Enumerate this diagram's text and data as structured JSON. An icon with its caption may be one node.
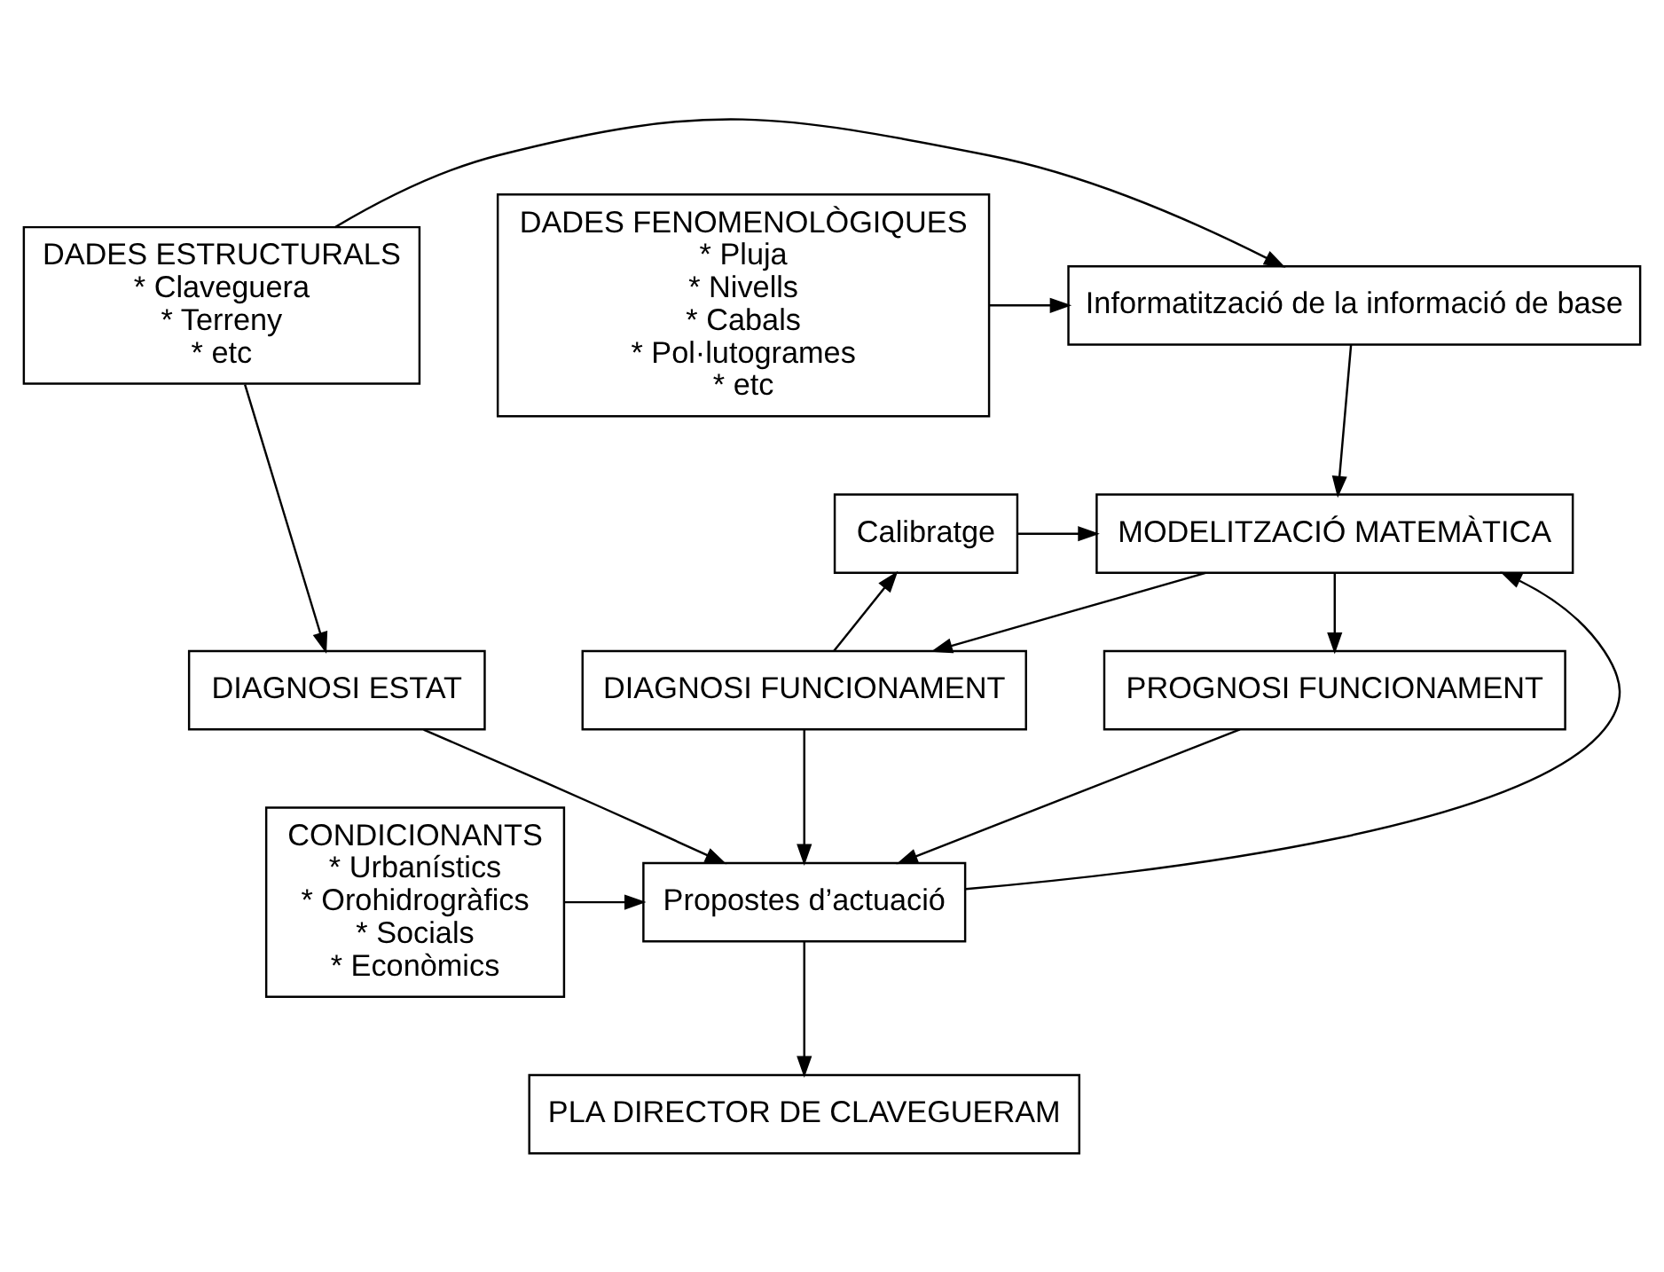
{
  "diagram": {
    "nodes": [
      {
        "text": [
          "DADES ESTRUCTURALS",
          "* Claveguera",
          "* Terreny",
          "* etc"
        ]
      },
      {
        "text": [
          "Informatització de la informació de base"
        ]
      },
      {
        "text": [
          "DADES FENOMENOLÒGIQUES",
          "* Pluja",
          "* Nivells",
          "* Cabals",
          "* Pol·lutogrames",
          "* etc"
        ]
      },
      {
        "text": [
          "MODELITZACIÓ MATEMÀTICA"
        ]
      },
      {
        "text": [
          "Calibratge"
        ]
      },
      {
        "text": [
          "DIAGNOSI ESTAT"
        ]
      },
      {
        "text": [
          "DIAGNOSI FUNCIONAMENT"
        ]
      },
      {
        "text": [
          "PROGNOSI FUNCIONAMENT"
        ]
      },
      {
        "text": [
          "Propostes d’actuació"
        ]
      },
      {
        "text": [
          "CONDICIONANTS",
          "* Urbanístics",
          "* Orohidrogràfics",
          "* Socials",
          "* Econòmics"
        ]
      },
      {
        "text": [
          "PLA DIRECTOR DE CLAVEGUERAM"
        ]
      }
    ],
    "edges": [
      {
        "from": 0,
        "to": 1,
        "arrow": "to"
      },
      {
        "from": 2,
        "to": 1,
        "arrow": "to"
      },
      {
        "from": 1,
        "to": 3,
        "arrow": "to"
      },
      {
        "from": 4,
        "to": 3,
        "arrow": "to"
      },
      {
        "from": 0,
        "to": 5,
        "arrow": "to"
      },
      {
        "from": 3,
        "to": 6,
        "arrow": "to"
      },
      {
        "from": 3,
        "to": 7,
        "arrow": "to"
      },
      {
        "from": 6,
        "to": 4,
        "arrow": "to"
      },
      {
        "from": 6,
        "to": 8,
        "arrow": "to"
      },
      {
        "from": 7,
        "to": 8,
        "arrow": "to"
      },
      {
        "from": 5,
        "to": 8,
        "arrow": "to"
      },
      {
        "from": 8,
        "to": 3,
        "arrow": "to"
      },
      {
        "from": 9,
        "to": 8,
        "arrow": "to"
      },
      {
        "from": 8,
        "to": 10,
        "arrow": "to"
      }
    ]
  }
}
